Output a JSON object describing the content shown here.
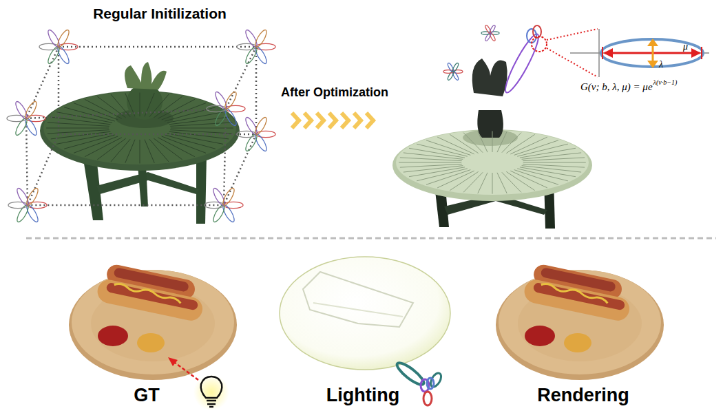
{
  "diagram": {
    "labels": [
      "Regular Initilization",
      "After Optimization",
      "μ",
      "λ",
      "G(v; b, λ, μ) = μe",
      "λ(v·b−1)",
      "GT",
      "Lighting",
      "Rendering"
    ]
  }
}
